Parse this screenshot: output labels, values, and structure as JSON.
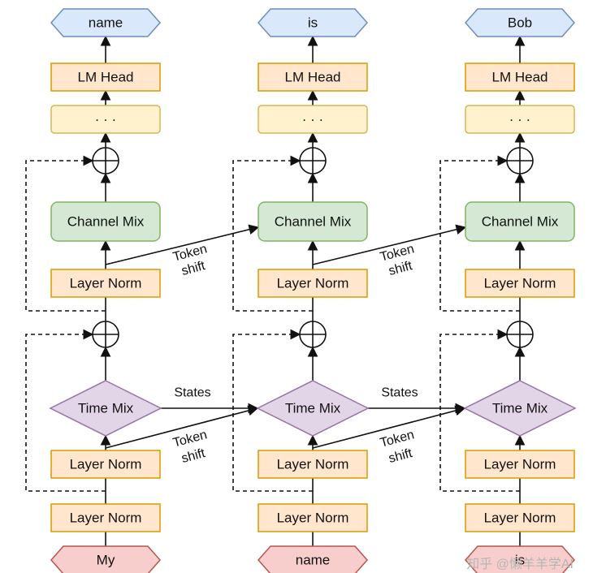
{
  "columns": [
    {
      "input_token": "My",
      "output_token": "name",
      "blocks": {
        "lm_head": "LM Head",
        "ellipsis": "· · ·",
        "channel_mix": "Channel Mix",
        "layer_norm_channel": "Layer Norm",
        "time_mix": "Time Mix",
        "layer_norm_time": "Layer Norm",
        "layer_norm_input": "Layer Norm"
      }
    },
    {
      "input_token": "name",
      "output_token": "is",
      "blocks": {
        "lm_head": "LM Head",
        "ellipsis": "· · ·",
        "channel_mix": "Channel Mix",
        "layer_norm_channel": "Layer Norm",
        "time_mix": "Time Mix",
        "layer_norm_time": "Layer Norm",
        "layer_norm_input": "Layer Norm"
      }
    },
    {
      "input_token": "is",
      "output_token": "Bob",
      "blocks": {
        "lm_head": "LM Head",
        "ellipsis": "· · ·",
        "channel_mix": "Channel Mix",
        "layer_norm_channel": "Layer Norm",
        "time_mix": "Time Mix",
        "layer_norm_time": "Layer Norm",
        "layer_norm_input": "Layer Norm"
      }
    }
  ],
  "annotations": {
    "token_shift_word1": "Token",
    "token_shift_word2": "shift",
    "states": "States"
  },
  "watermark": "知乎 @懒羊羊学AI",
  "colors": {
    "output_hex_fill": "#dae8fc",
    "output_hex_stroke": "#6c8ebf",
    "input_hex_fill": "#f8cecc",
    "input_hex_stroke": "#b85450",
    "orange_fill": "#ffe6cc",
    "orange_stroke": "#d79b00",
    "yellow_fill": "#fff2cc",
    "yellow_stroke": "#d6b656",
    "green_fill": "#d5e8d4",
    "green_stroke": "#82b366",
    "purple_fill": "#e1d5e7",
    "purple_stroke": "#9673a6"
  }
}
